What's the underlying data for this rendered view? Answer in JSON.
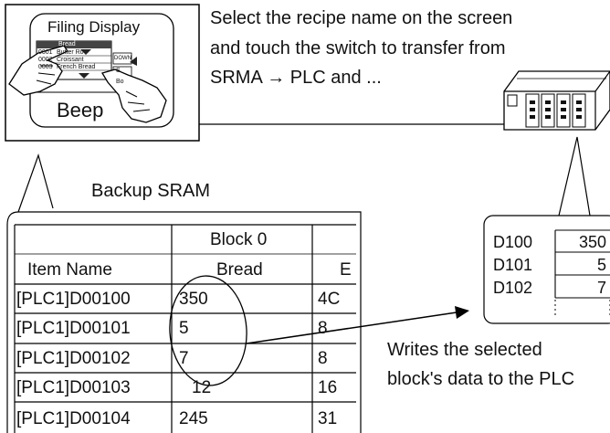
{
  "screen": {
    "title": "Filing Display",
    "button_label": "Beep",
    "list_items": [
      "Bread",
      "Butter Ro",
      "Croissant",
      "French Bread"
    ],
    "list_numbers": [
      "0001",
      "0002",
      "0003"
    ],
    "side_button": "DOWN",
    "side_buttons_small": [
      "S",
      "Bo"
    ]
  },
  "top_caption": [
    "Select the recipe name on the screen",
    "and touch the switch to transfer from",
    "SRMA → PLC and ..."
  ],
  "sram": {
    "label": "Backup SRAM",
    "header_row1": [
      "",
      "Block 0",
      ""
    ],
    "header_row2": [
      "Item Name",
      "Bread",
      "E"
    ],
    "rows": [
      [
        "[PLC1]D00100",
        "350",
        "4C"
      ],
      [
        "[PLC1]D00101",
        "5",
        "8"
      ],
      [
        "[PLC1]D00102",
        "7",
        "8"
      ],
      [
        "[PLC1]D00103",
        "12",
        "16"
      ],
      [
        "[PLC1]D00104",
        "245",
        "31"
      ]
    ]
  },
  "plc": {
    "rows": [
      {
        "address": "D100",
        "value": "350"
      },
      {
        "address": "D101",
        "value": "5"
      },
      {
        "address": "D102",
        "value": "7"
      }
    ]
  },
  "bottom_caption": [
    "Writes the selected",
    "block's data to the PLC"
  ]
}
